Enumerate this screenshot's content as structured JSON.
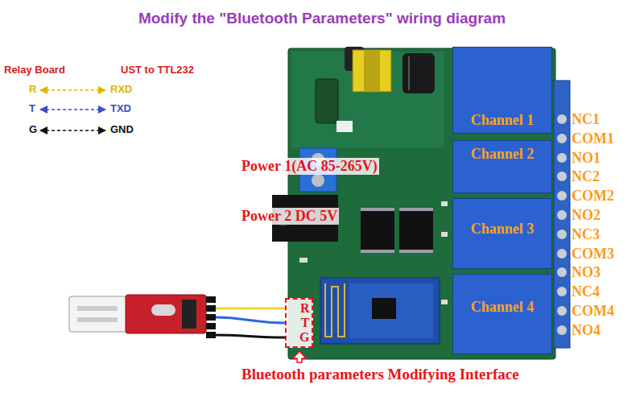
{
  "diagram": {
    "title": "Modify the \"Bluetooth Parameters\" wiring diagram",
    "nodes": [
      {
        "text": [
          "Channel 1"
        ]
      },
      {
        "text": [
          "Channel 2"
        ]
      },
      {
        "text": [
          "Channel 3"
        ]
      },
      {
        "text": [
          "Channel 4"
        ]
      },
      {
        "text": [
          "R",
          "T",
          "G"
        ]
      }
    ],
    "labels": [
      "Relay Board",
      "UST to TTL232",
      "R",
      "RXD",
      "T",
      "TXD",
      "G",
      "GND",
      "Power 1(AC 85-265V)",
      "Power 2 DC 5V",
      "NC1",
      "COM1",
      "NO1",
      "NC2",
      "COM2",
      "NO2",
      "NC3",
      "COM3",
      "NO3",
      "NC4",
      "COM4",
      "NO4",
      "Bluetooth parameters Modifying Interface"
    ]
  }
}
